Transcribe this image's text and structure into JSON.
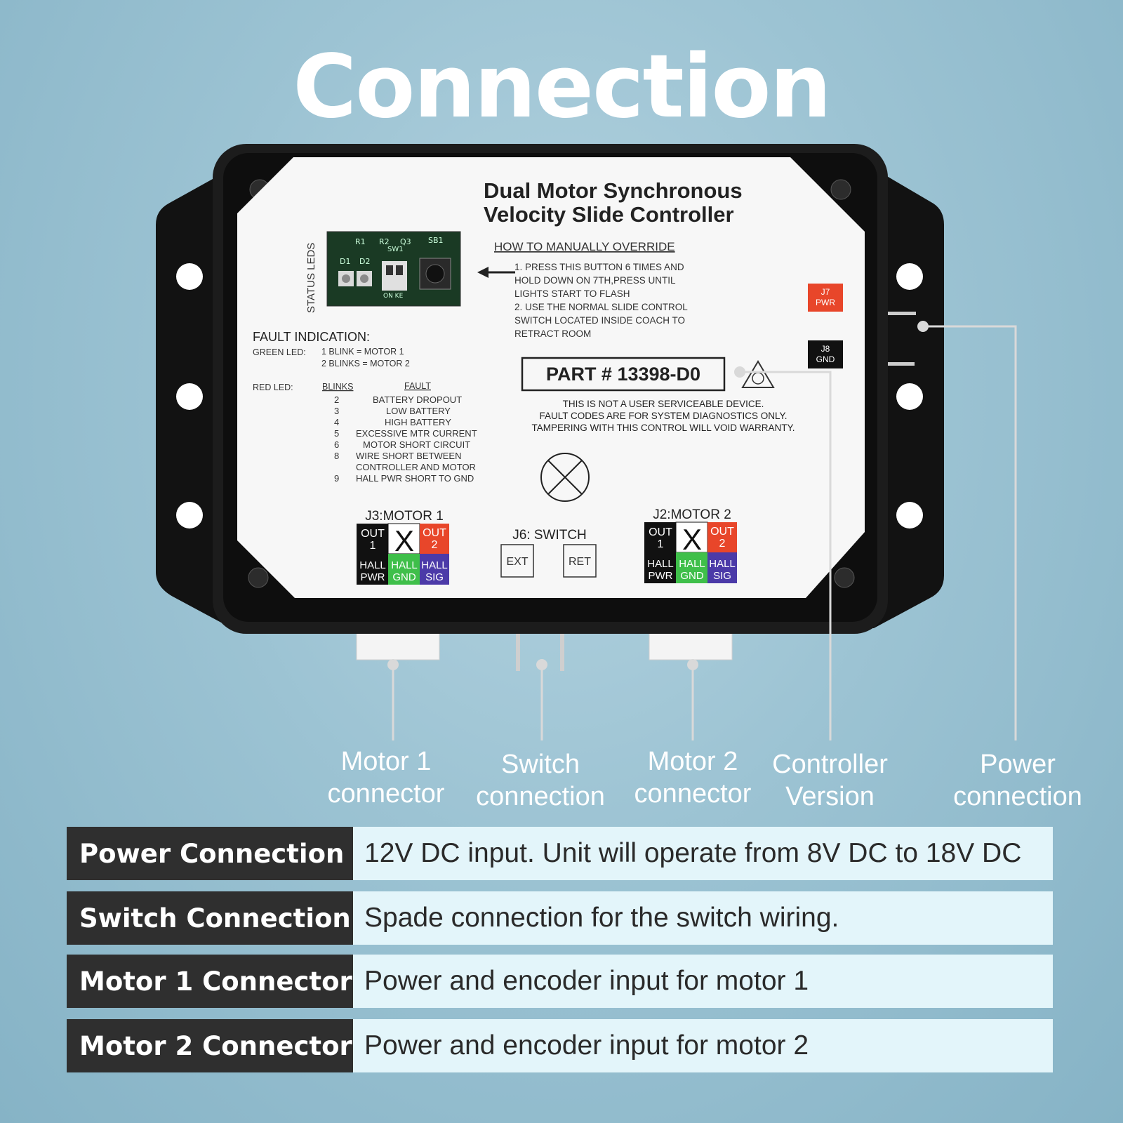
{
  "title": "Connection",
  "device": {
    "heading_line1": "Dual Motor Synchronous",
    "heading_line2": "Velocity Slide Controller",
    "status_leds_label": "STATUS LEDS",
    "override_title": "HOW TO MANUALLY OVERRIDE",
    "override_steps": [
      "1.   PRESS THIS BUTTON 6 TIMES AND",
      "HOLD DOWN ON 7TH,PRESS UNTIL",
      "LIGHTS START TO FLASH",
      "2.   USE THE NORMAL SLIDE CONTROL",
      "SWITCH LOCATED INSIDE COACH TO",
      "RETRACT ROOM"
    ],
    "fault_title": "FAULT INDICATION:",
    "green_led_label": "GREEN LED:",
    "green_led_lines": [
      "1 BLINK = MOTOR 1",
      "2 BLINKS = MOTOR 2"
    ],
    "red_led_label": "RED LED:",
    "blinks_header": "BLINKS",
    "fault_header": "FAULT",
    "faults": [
      {
        "blinks": "2",
        "fault": "BATTERY DROPOUT"
      },
      {
        "blinks": "3",
        "fault": "LOW BATTERY"
      },
      {
        "blinks": "4",
        "fault": "HIGH BATTERY"
      },
      {
        "blinks": "5",
        "fault": "EXCESSIVE MTR CURRENT"
      },
      {
        "blinks": "6",
        "fault": "MOTOR SHORT CIRCUIT"
      },
      {
        "blinks": "8",
        "fault": "WIRE SHORT BETWEEN"
      },
      {
        "blinks": "",
        "fault": "CONTROLLER AND MOTOR"
      },
      {
        "blinks": "9",
        "fault": "HALL PWR SHORT TO GND"
      }
    ],
    "part_number": "PART # 13398-D0",
    "warning_lines": [
      "THIS IS NOT A USER SERVICEABLE DEVICE.",
      "FAULT CODES ARE FOR SYSTEM DIAGNOSTICS ONLY.",
      "TAMPERING WITH THIS CONTROL WILL VOID WARRANTY."
    ],
    "j7_line1": "J7",
    "j7_line2": "PWR",
    "j8_line1": "J8",
    "j8_line2": "GND",
    "j3_label": "J3:MOTOR 1",
    "j2_label": "J2:MOTOR 2",
    "j6_label": "J6: SWITCH",
    "ext_label": "EXT",
    "ret_label": "RET",
    "pin_out1_a": "OUT",
    "pin_out1_b": "1",
    "pin_x": "X",
    "pin_out2_a": "OUT",
    "pin_out2_b": "2",
    "pin_hallpwr_a": "HALL",
    "pin_hallpwr_b": "PWR",
    "pin_hallgnd_a": "HALL",
    "pin_hallgnd_b": "GND",
    "pin_hallsig_a": "HALL",
    "pin_hallsig_b": "SIG",
    "pcb_labels": [
      "R1",
      "R2",
      "Q3",
      "SB1",
      "SW1",
      "D1",
      "D2",
      "ON KE"
    ]
  },
  "callouts": [
    {
      "line1": "Motor 1",
      "line2": "connector"
    },
    {
      "line1": "Switch",
      "line2": "connection"
    },
    {
      "line1": "Motor 2",
      "line2": "connector"
    },
    {
      "line1": "Controller",
      "line2": "Version"
    },
    {
      "line1": "Power",
      "line2": "connection"
    }
  ],
  "specs": [
    {
      "name": "Power Connection",
      "desc": "12V DC input. Unit will operate from 8V DC to 18V DC"
    },
    {
      "name": "Switch Connection",
      "desc": "Spade connection for the switch wiring."
    },
    {
      "name": "Motor 1 Connector",
      "desc": "Power and encoder input for motor 1"
    },
    {
      "name": "Motor 2 Connector",
      "desc": "Power and encoder input for motor 2"
    }
  ],
  "colors": {
    "background": "#9cc3d3",
    "housing": "#111111",
    "label_face": "#f7f7f7",
    "pin_red": "#e8462a",
    "pin_green": "#3fbf4a",
    "pin_purple": "#4b3aa8",
    "j7_red": "#e8462a",
    "callout_line": "#d9d9d9"
  }
}
